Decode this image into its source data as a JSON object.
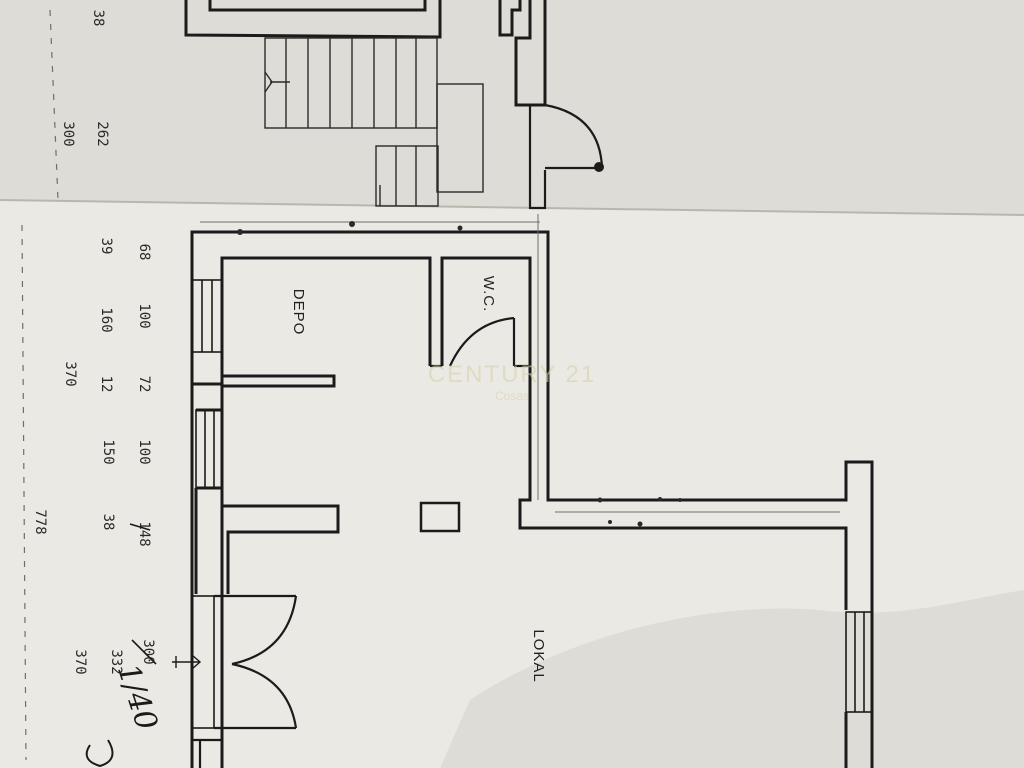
{
  "rooms": {
    "depo": "DEPO",
    "wc": "W.C.",
    "lokal": "LOKAL"
  },
  "dimensions": {
    "outer": [
      "38",
      "300",
      "370",
      "778",
      "370"
    ],
    "row2": [
      "262",
      "39",
      "160",
      "12",
      "150",
      "38",
      "332"
    ],
    "row3": [
      "68",
      "100",
      "72",
      "100",
      "148",
      "300"
    ]
  },
  "watermark": {
    "brand": "CENTURY 21",
    "sub": "Cosas"
  },
  "handwriting": "1/40",
  "colors": {
    "paper": "#e9e7e2",
    "ink": "#1b1b1b",
    "pencil": "#6e6e6e"
  }
}
